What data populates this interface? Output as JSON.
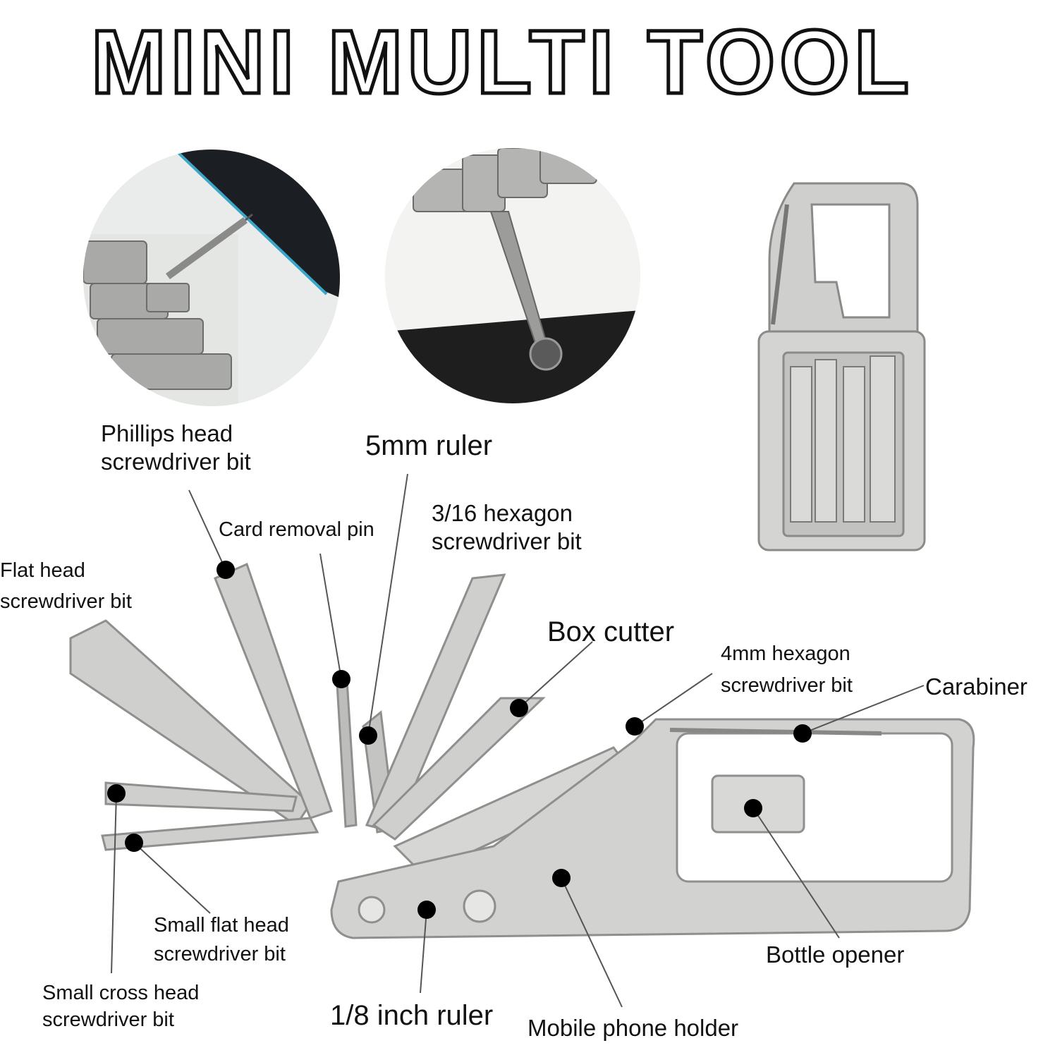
{
  "title": "MINI MULTI TOOL",
  "insets": [
    {
      "name": "phone-screw-usage-photo",
      "description": "Tool bit used on smartphone screw"
    },
    {
      "name": "screw-usage-photo",
      "description": "Screwdriver bit turning a screw"
    },
    {
      "name": "folded-tool-photo",
      "description": "Folded multi tool with carabiner"
    }
  ],
  "labels": {
    "phillips": [
      "Phillips head",
      "screwdriver bit"
    ],
    "ruler5mm": "5mm ruler",
    "card_pin": "Card removal pin",
    "hex316": [
      "3/16 hexagon",
      "screwdriver bit"
    ],
    "flat_head": [
      "Flat head",
      "screwdriver bit"
    ],
    "box_cutter": "Box cutter",
    "hex4mm": [
      "4mm hexagon",
      "screwdriver bit"
    ],
    "carabiner": "Carabiner",
    "small_flat": [
      "Small flat head",
      "screwdriver bit"
    ],
    "small_cross": [
      "Small cross head",
      "screwdriver bit"
    ],
    "ruler18": "1/8 inch ruler",
    "phone_holder": "Mobile phone holder",
    "bottle_opener": "Bottle opener"
  },
  "colors": {
    "background": "#ffffff",
    "text": "#111111",
    "metal": "#c8c8c6",
    "metal_dark": "#8f8f8d",
    "dot": "#000000"
  }
}
